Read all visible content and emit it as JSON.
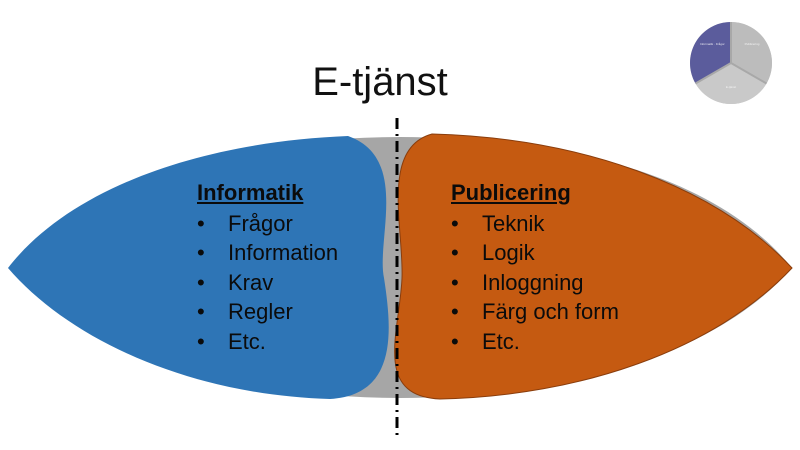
{
  "title": "E-tjänst",
  "left_panel": {
    "heading": "Informatik",
    "items": [
      "Frågor",
      "Information",
      "Krav",
      "Regler",
      "Etc."
    ]
  },
  "right_panel": {
    "heading": "Publicering",
    "items": [
      "Teknik",
      "Logik",
      "Inloggning",
      "Färg och form",
      "Etc."
    ]
  },
  "colors": {
    "left_shape": "#2e75b6",
    "right_shape": "#c55a11",
    "background_shape": "#a6a6a6",
    "divider": "#000000",
    "thumbnail_purple": "#5b5c9c",
    "thumbnail_gray": "#bfbfbf"
  },
  "thumbnail": {
    "segment_1_text": "Informatik · Frågor",
    "segment_2_text": "Publicering",
    "segment_3_text": "E-tjänst"
  }
}
